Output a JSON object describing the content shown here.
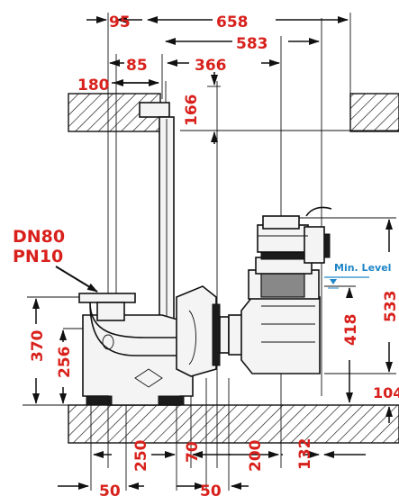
{
  "dimensions": {
    "d95": "95",
    "d658": "658",
    "d583": "583",
    "d85": "85",
    "d366": "366",
    "d180": "180",
    "d166": "166",
    "d370": "370",
    "d256": "256",
    "d533": "533",
    "d418": "418",
    "d104": "104",
    "d250": "250",
    "d70": "70",
    "d200": "200",
    "d132": "132",
    "d50a": "50",
    "d50b": "50"
  },
  "labels": {
    "dn": "DN80",
    "pn": "PN10",
    "min_level": "Min. Level"
  },
  "colors": {
    "dimension_text": "#d8211c",
    "level_text": "#1f86c8",
    "line": "#111111"
  }
}
